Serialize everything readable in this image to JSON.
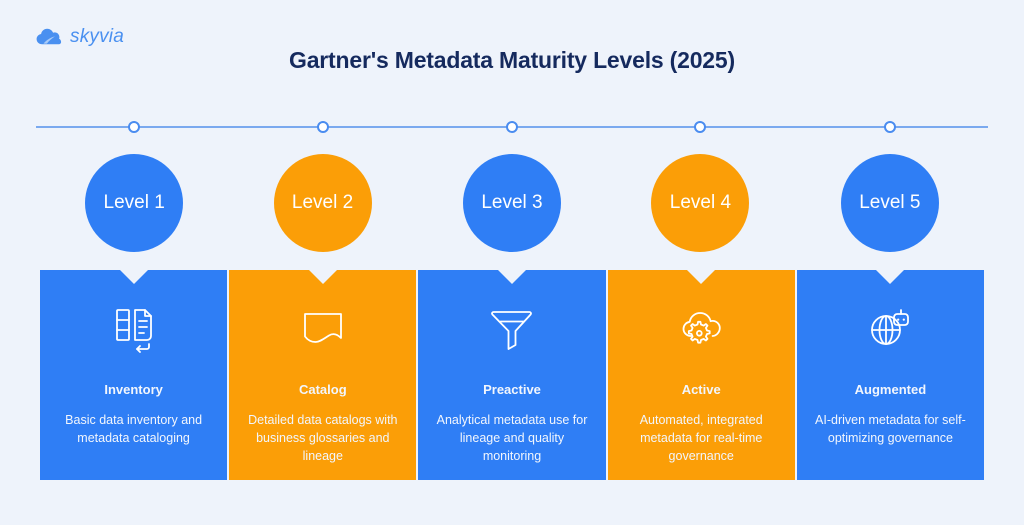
{
  "brand": {
    "name": "skyvia",
    "logo_icon": "cloud-icon",
    "logo_color": "#4a90f0"
  },
  "header": {
    "title": "Gartner's Metadata Maturity Levels (2025)",
    "title_color": "#152a5e"
  },
  "background_color": "#eef3fb",
  "timeline": {
    "line_color": "#7aa9ef",
    "marker_fill": "#ffffff",
    "marker_border": "#4a8cf0",
    "markers": [
      {
        "label": "",
        "x_percent": 10.3
      },
      {
        "label": "",
        "x_percent": 30.1
      },
      {
        "label": "",
        "x_percent": 50.0
      },
      {
        "label": "",
        "x_percent": 69.8
      },
      {
        "label": "",
        "x_percent": 89.7
      }
    ]
  },
  "colors": {
    "blue": "#2f7ef5",
    "orange": "#fb9e07"
  },
  "levels": [
    {
      "badge": "Level 1",
      "color": "#2f7ef5",
      "icon": "inventory-list-document-icon",
      "heading": "Inventory",
      "description": "Basic data inventory and metadata cataloging",
      "center_percent": 13.1
    },
    {
      "badge": "Level 2",
      "color": "#fb9e07",
      "icon": "catalog-banner-icon",
      "heading": "Catalog",
      "description": "Detailed data catalogs with business glossaries and lineage",
      "center_percent": 31.5
    },
    {
      "badge": "Level 3",
      "color": "#2f7ef5",
      "icon": "funnel-filter-icon",
      "heading": "Preactive",
      "description": "Analytical metadata use for lineage and quality monitoring",
      "center_percent": 50.0
    },
    {
      "badge": "Level 4",
      "color": "#fb9e07",
      "icon": "cloud-gear-icon",
      "heading": "Active",
      "description": "Automated, integrated metadata for real-time governance",
      "center_percent": 68.4
    },
    {
      "badge": "Level 5",
      "color": "#2f7ef5",
      "icon": "globe-robot-icon",
      "heading": "Augmented",
      "description": "AI-driven metadata for self-optimizing governance",
      "center_percent": 86.9
    }
  ]
}
